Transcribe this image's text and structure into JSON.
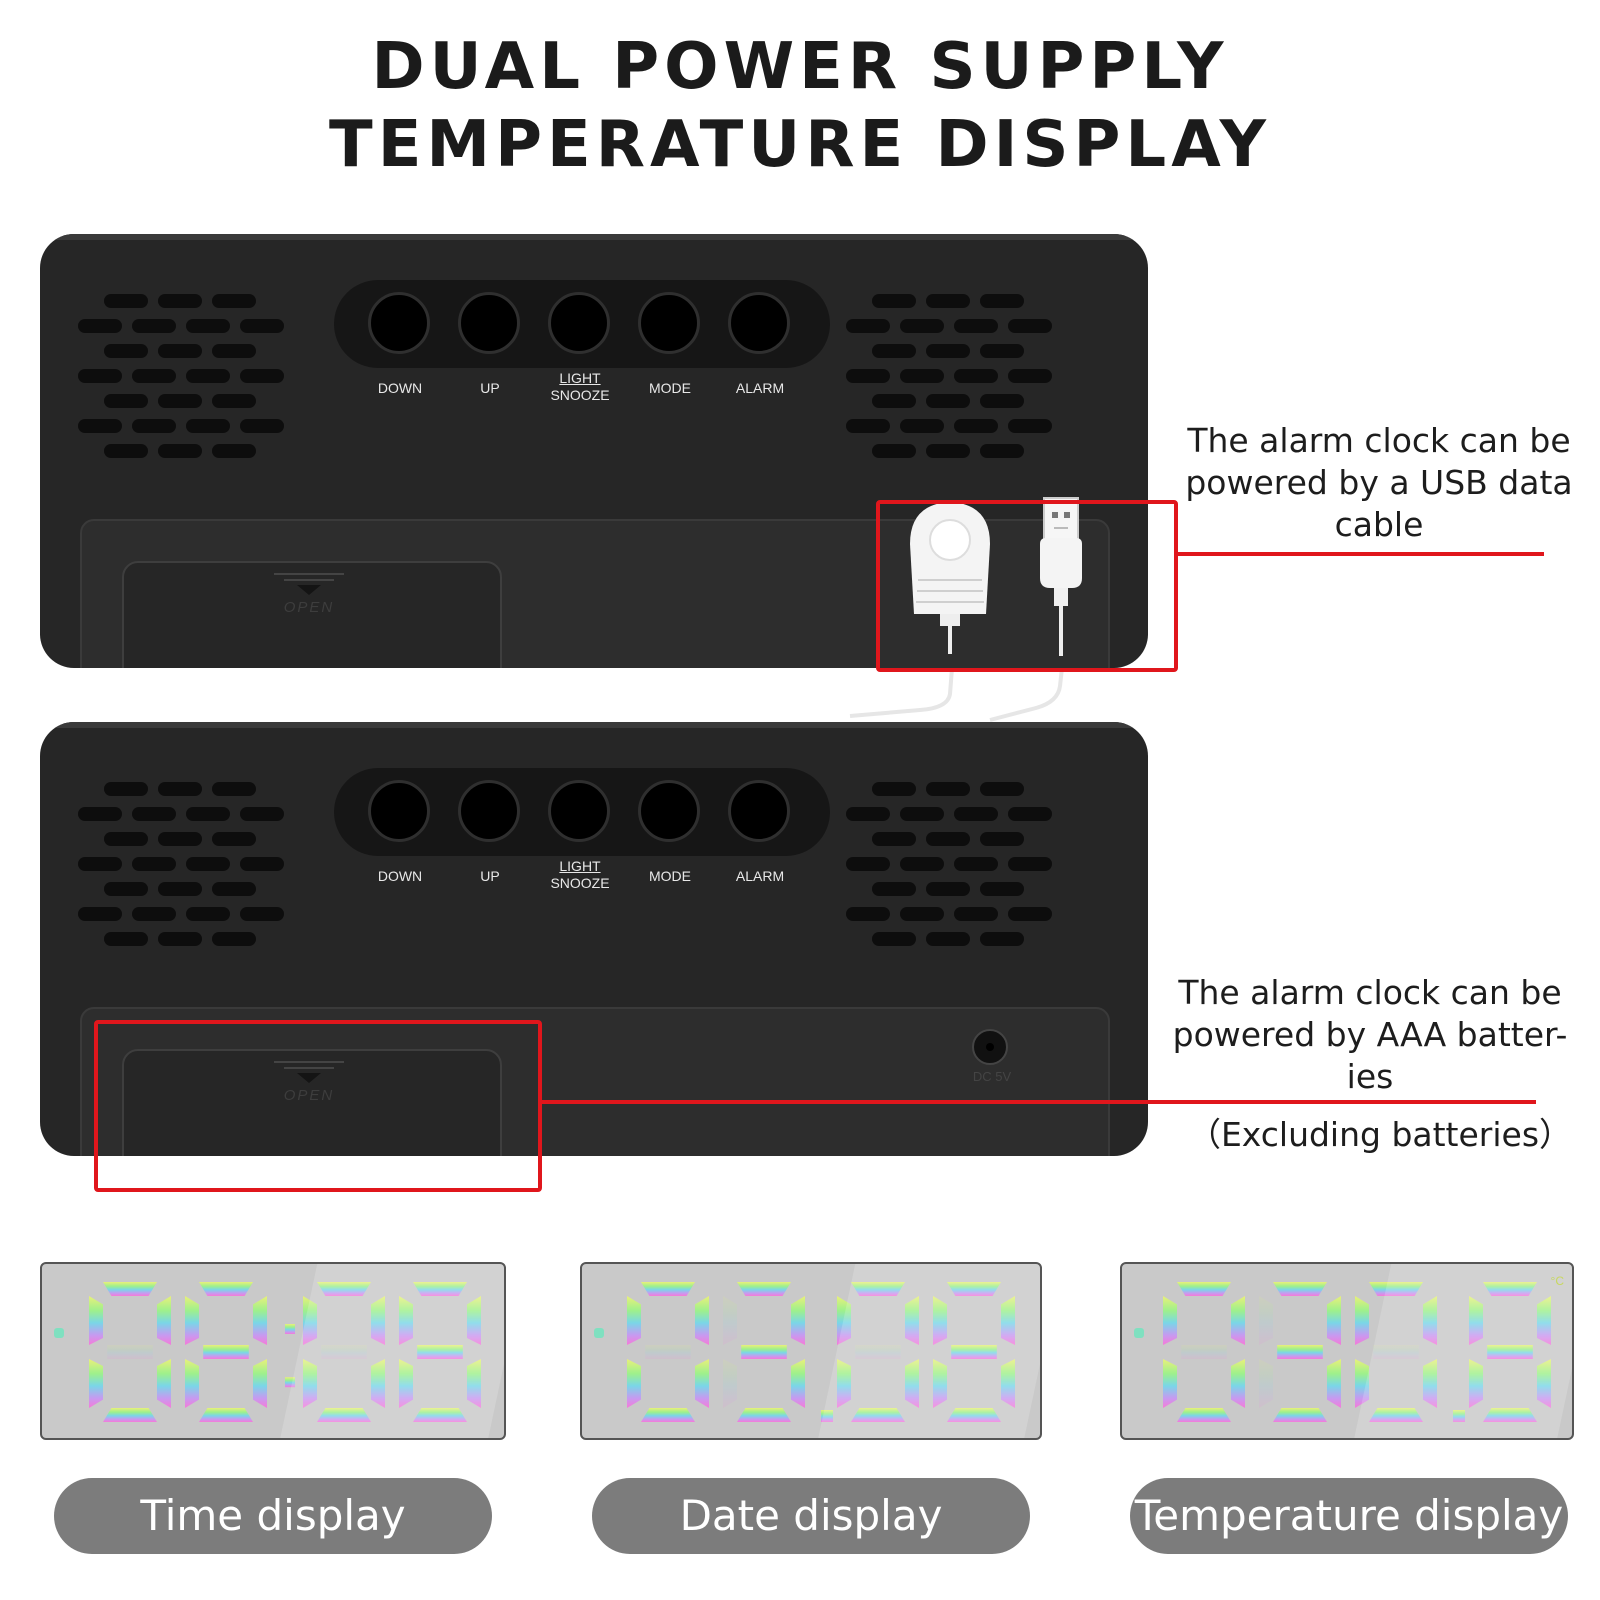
{
  "title": {
    "line1": "DUAL POWER SUPPLY",
    "line2": "TEMPERATURE DISPLAY"
  },
  "buttons": [
    {
      "label": "DOWN"
    },
    {
      "label": "UP"
    },
    {
      "label_top": "LIGHT",
      "label_bottom": "SNOOZE"
    },
    {
      "label": "MODE"
    },
    {
      "label": "ALARM"
    }
  ],
  "battery_door": {
    "label": "OPEN"
  },
  "dc_jack": {
    "label": "DC 5V"
  },
  "annotations": {
    "usb": {
      "line1": "The alarm clock can be",
      "line2": "powered by a USB data",
      "line3": "cable"
    },
    "battery": {
      "line1": "The alarm clock can be",
      "line2": "powered by AAA batter-",
      "line3": "ies",
      "note": "（Excluding batteries）"
    }
  },
  "displays": [
    {
      "digits": "08:08",
      "caption": "Time display"
    },
    {
      "digits": "03.08",
      "caption": "Date display"
    },
    {
      "digits": "030.8",
      "unit": "°C",
      "caption": "Temperature display"
    }
  ],
  "colors": {
    "accent_red": "#e0161c",
    "body": "#262626",
    "caption_bg": "#7c7c7c"
  }
}
